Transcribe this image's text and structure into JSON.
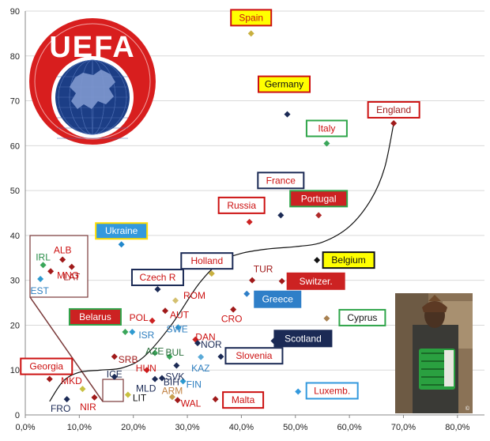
{
  "chart_data": {
    "type": "scatter",
    "xlim": [
      0,
      85
    ],
    "ylim": [
      0,
      90
    ],
    "x_ticks": [
      "0,0%",
      "10,0%",
      "20,0%",
      "30,0%",
      "40,0%",
      "50,0%",
      "60,0%",
      "70,0%",
      "80,0%"
    ],
    "y_ticks": [
      "0",
      "10",
      "20",
      "30",
      "40",
      "50",
      "60",
      "70",
      "80",
      "90"
    ],
    "grid": true,
    "points": [
      {
        "label": "Spain",
        "x": 41.8,
        "y": 85,
        "color": "#c8b040",
        "label_color": "#cc1111",
        "box": {
          "fill": "#ffff00",
          "border": "#cc1111"
        }
      },
      {
        "label": "Germany",
        "x": 48.5,
        "y": 67,
        "color": "#1b2a55",
        "label_color": "#111111",
        "box": {
          "fill": "#ffff00",
          "border": "#cc1111"
        }
      },
      {
        "label": "England",
        "x": 68.2,
        "y": 65,
        "color": "#a01a1a",
        "label_color": "#a01a1a",
        "box": {
          "fill": "#ffffff",
          "border": "#cc1111"
        }
      },
      {
        "label": "Italy",
        "x": 55.8,
        "y": 60.5,
        "color": "#3aa65a",
        "label_color": "#cc1111",
        "box": {
          "fill": "#ffffff",
          "border": "#2fa54a"
        }
      },
      {
        "label": "France",
        "x": 47.3,
        "y": 44.5,
        "color": "#1b2a55",
        "label_color": "#cc1111",
        "box": {
          "fill": "#ffffff",
          "border": "#1b2a55"
        }
      },
      {
        "label": "Portugal",
        "x": 54.3,
        "y": 44.5,
        "color": "#b02a2a",
        "label_color": "#ffffff",
        "box": {
          "fill": "#cc2222",
          "border": "#2fa54a"
        }
      },
      {
        "label": "Russia",
        "x": 41.5,
        "y": 43,
        "color": "#cc2222",
        "label_color": "#cc1111",
        "box": {
          "fill": "#ffffff",
          "border": "#cc1111"
        }
      },
      {
        "label": "Ukraine",
        "x": 17.8,
        "y": 38,
        "color": "#2288cc",
        "label_color": "#ffffff",
        "box": {
          "fill": "#3399dd",
          "border": "#ffdd00"
        }
      },
      {
        "label": "Belgium",
        "x": 54.0,
        "y": 34.5,
        "color": "#111111",
        "label_color": "#111111",
        "box": {
          "fill": "#ffff00",
          "border": "#111111"
        }
      },
      {
        "label": "Holland",
        "x": 34.5,
        "y": 31.5,
        "color": "#c8b040",
        "label_color": "#cc1111",
        "box": {
          "fill": "#ffffff",
          "border": "#1b2a55"
        }
      },
      {
        "label": "Czech R",
        "x": 24.5,
        "y": 28,
        "color": "#1b2a55",
        "label_color": "#cc1111",
        "box": {
          "fill": "#ffffff",
          "border": "#1b2a55"
        }
      },
      {
        "label": "TUR",
        "x": 42.0,
        "y": 30,
        "color": "#a01a1a",
        "label_color": "#a01a1a"
      },
      {
        "label": "Switzer.",
        "x": 47.5,
        "y": 29.8,
        "color": "#a01a1a",
        "label_color": "#ffffff",
        "box": {
          "fill": "#cc2222",
          "border": "#cc2222"
        }
      },
      {
        "label": "ROM",
        "x": 27.8,
        "y": 25.5,
        "color": "#d4c070",
        "label_color": "#cc1111"
      },
      {
        "label": "Greece",
        "x": 41.0,
        "y": 27,
        "color": "#2f7fc8",
        "label_color": "#ffffff",
        "box": {
          "fill": "#2f7fc8",
          "border": "#2f7fc8"
        }
      },
      {
        "label": "AUT",
        "x": 25.9,
        "y": 23.2,
        "color": "#a01a1a",
        "label_color": "#cc1111"
      },
      {
        "label": "POL",
        "x": 23.5,
        "y": 21,
        "color": "#cc2222",
        "label_color": "#cc1111"
      },
      {
        "label": "CRO",
        "x": 38.5,
        "y": 23.5,
        "color": "#a01a1a",
        "label_color": "#cc1111"
      },
      {
        "label": "SWE",
        "x": 28.3,
        "y": 19.5,
        "color": "#2e9ad0",
        "label_color": "#2e7fc0"
      },
      {
        "label": "Cyprus",
        "x": 55.8,
        "y": 21.5,
        "color": "#a88050",
        "label_color": "#111111",
        "box": {
          "fill": "#ffffff",
          "border": "#2fa54a"
        }
      },
      {
        "label": "Belarus",
        "x": 18.5,
        "y": 18.5,
        "color": "#3aa65a",
        "label_color": "#ffffff",
        "box": {
          "fill": "#cc2222",
          "border": "#2fa54a"
        }
      },
      {
        "label": "ISR",
        "x": 19.8,
        "y": 18.5,
        "color": "#2e9ad0",
        "label_color": "#2e7fc0"
      },
      {
        "label": "DAN",
        "x": 31.5,
        "y": 16.8,
        "color": "#cc2222",
        "label_color": "#cc1111"
      },
      {
        "label": "NOR",
        "x": 31.9,
        "y": 16.0,
        "color": "#1b2a55",
        "label_color": "#1b2a55"
      },
      {
        "label": "Scotland",
        "x": 46.0,
        "y": 16.5,
        "color": "#1b2a55",
        "label_color": "#ffffff",
        "box": {
          "fill": "#1b2a55",
          "border": "#1b2a55"
        }
      },
      {
        "label": "AZE",
        "x": 24.0,
        "y": 13.8,
        "color": "#3aa65a",
        "label_color": "#2a6e3a"
      },
      {
        "label": "BUL",
        "x": 26.7,
        "y": 13,
        "color": "#3aa65a",
        "label_color": "#2a6e3a"
      },
      {
        "label": "SRB",
        "x": 16.5,
        "y": 13,
        "color": "#a01a1a",
        "label_color": "#a01a1a"
      },
      {
        "label": "KAZ",
        "x": 32.5,
        "y": 12.9,
        "color": "#5aaad8",
        "label_color": "#2e7fc0"
      },
      {
        "label": "Slovenia",
        "x": 36.2,
        "y": 13,
        "color": "#1b2a55",
        "label_color": "#cc1111",
        "box": {
          "fill": "#ffffff",
          "border": "#1b2a55"
        }
      },
      {
        "label": "HUN",
        "x": 22.5,
        "y": 10,
        "color": "#cc2222",
        "label_color": "#cc1111"
      },
      {
        "label": "SVK",
        "x": 28.0,
        "y": 11,
        "color": "#1b2a55",
        "label_color": "#1b2a55"
      },
      {
        "label": "ICE",
        "x": 16.5,
        "y": 8.5,
        "color": "#1b2a55",
        "label_color": "#1b2a55"
      },
      {
        "label": "Georgia",
        "x": 4.5,
        "y": 8,
        "color": "#a01a1a",
        "label_color": "#cc1111",
        "box": {
          "fill": "#ffffff",
          "border": "#cc1111"
        }
      },
      {
        "label": "MLD",
        "x": 24.0,
        "y": 8,
        "color": "#1b2a55",
        "label_color": "#1b2a55"
      },
      {
        "label": "BIH",
        "x": 25.3,
        "y": 8.2,
        "color": "#1b2a55",
        "label_color": "#1b2a55"
      },
      {
        "label": "FIN",
        "x": 29.2,
        "y": 7.5,
        "color": "#2e9ad0",
        "label_color": "#2e7fc0"
      },
      {
        "label": "MKD",
        "x": 10.6,
        "y": 5.8,
        "color": "#c8c040",
        "label_color": "#cc1111"
      },
      {
        "label": "ARM",
        "x": 27.2,
        "y": 4,
        "color": "#c8a050",
        "label_color": "#c08040"
      },
      {
        "label": "LIT",
        "x": 19.0,
        "y": 4.5,
        "color": "#c8c040",
        "label_color": "#111111"
      },
      {
        "label": "WAL",
        "x": 28.2,
        "y": 3.3,
        "color": "#a01a1a",
        "label_color": "#cc1111"
      },
      {
        "label": "Malta",
        "x": 35.2,
        "y": 3.5,
        "color": "#a01a1a",
        "label_color": "#cc1111",
        "box": {
          "fill": "#ffffff",
          "border": "#cc1111"
        }
      },
      {
        "label": "Luxemb.",
        "x": 50.5,
        "y": 5.2,
        "color": "#3399dd",
        "label_color": "#cc1111",
        "box": {
          "fill": "#ffffff",
          "border": "#3399dd"
        }
      },
      {
        "label": "NIR",
        "x": 12.8,
        "y": 3.9,
        "color": "#a01a1a",
        "label_color": "#cc1111"
      },
      {
        "label": "FRO",
        "x": 7.7,
        "y": 3.5,
        "color": "#1b2a55",
        "label_color": "#1b2a55"
      },
      {
        "label": "IRL",
        "x": 3.3,
        "y": 33.4,
        "color": "#3aa65a",
        "label_color": "#2a8e4a"
      },
      {
        "label": "ALB",
        "x": 6.9,
        "y": 34.6,
        "color": "#a01a1a",
        "label_color": "#cc1111"
      },
      {
        "label": "LAT",
        "x": 8.6,
        "y": 33.0,
        "color": "#a01a1a",
        "label_color": "#a01a1a"
      },
      {
        "label": "MNG",
        "x": 4.7,
        "y": 32.0,
        "color": "#a01a1a",
        "label_color": "#cc1111"
      },
      {
        "label": "EST",
        "x": 2.8,
        "y": 30.3,
        "color": "#2e9ad0",
        "label_color": "#2e7fc0"
      }
    ],
    "trend": [
      [
        4.5,
        3
      ],
      [
        7,
        7.5
      ],
      [
        10,
        9.5
      ],
      [
        14,
        10
      ],
      [
        18,
        10.5
      ],
      [
        22,
        13
      ],
      [
        27,
        20
      ],
      [
        32,
        29
      ],
      [
        36,
        34
      ],
      [
        40,
        36
      ],
      [
        45,
        37
      ],
      [
        50,
        37.5
      ],
      [
        55,
        38.5
      ],
      [
        60,
        42
      ],
      [
        64,
        48
      ],
      [
        66.5,
        55
      ],
      [
        68.2,
        65
      ]
    ]
  },
  "images": {
    "logo": {
      "text": "UEFA",
      "color": "#cc1111"
    },
    "photo": {
      "copyright": "©"
    }
  }
}
